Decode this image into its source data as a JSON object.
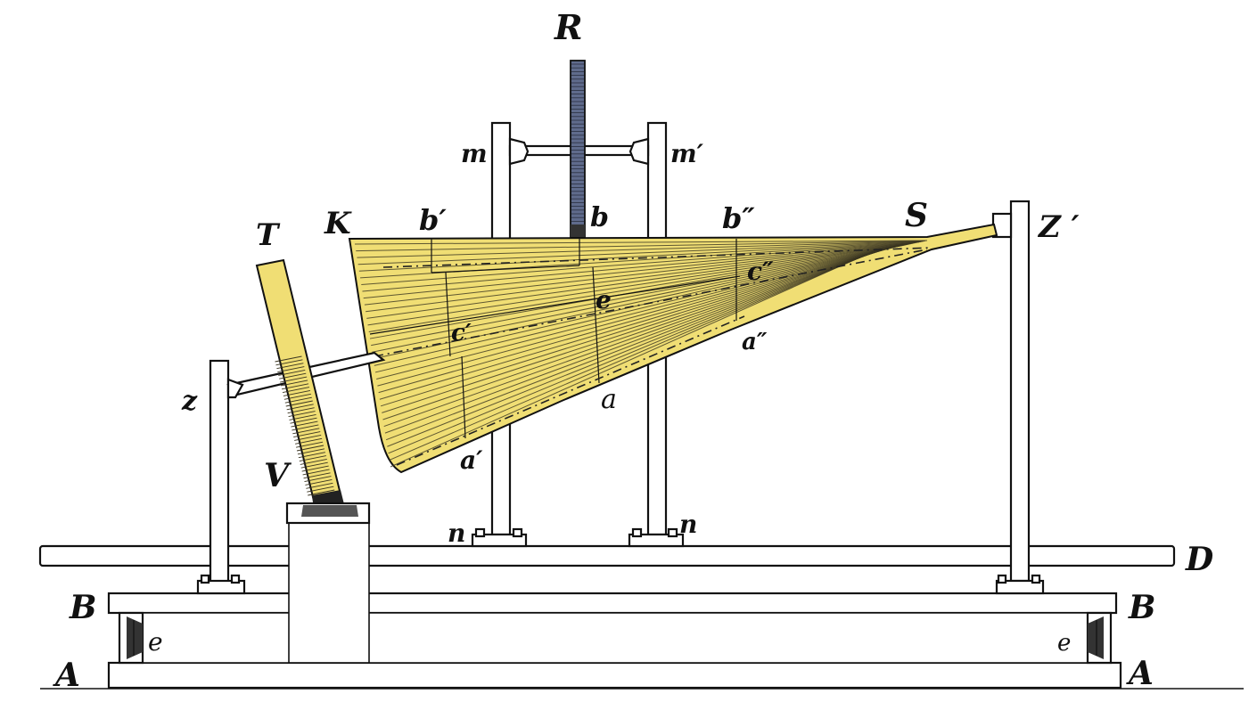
{
  "figure": {
    "colors": {
      "rod_R": "#5f6b8c",
      "fan_fill": "#f0de74",
      "rod_T_fill": "#f0de74",
      "ink": "#111111"
    },
    "labels": {
      "R": "R",
      "m": "m",
      "m_prime": "m′",
      "K": "K",
      "b_prime": "b′",
      "b": "b",
      "b_dprime": "b″",
      "S": "S",
      "Z_prime": "Z ′",
      "T": "T",
      "c_dprime": "c″",
      "e_top": "e",
      "c_prime": "c′",
      "a_dprime": "a″",
      "z": "z",
      "a": "a",
      "V": "V",
      "a_prime": "a′",
      "n_left": "n",
      "n_right": "n",
      "D": "D",
      "B_left": "B",
      "B_right": "B",
      "e_left": "e",
      "e_right": "e",
      "A_left": "A",
      "A_right": "A"
    }
  }
}
